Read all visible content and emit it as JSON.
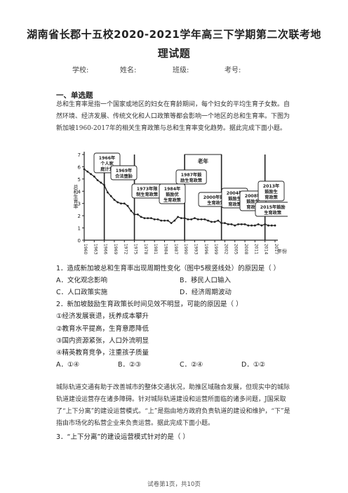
{
  "doc": {
    "title_line1": "湖南省长郡十五校2020-2021学年高三下学期第二次联考地",
    "title_line2": "理试题",
    "info": {
      "school": "学校:",
      "name": "姓名:",
      "class": "班级:",
      "number": "考号:"
    },
    "section1": "一、单选题",
    "passage1": "总和生育率是指一个国家或地区的妇女在育龄期间，每个妇女的平均生育子女数。自然环境、经济发展、传统文化和人口政策等都会影响一个地区的总和生育率。下图为新加坡1960-2017年的相关生育政策与总和生育率变化趋势。据此完成下面小题。",
    "q1": "1．造成新加坡总和生育率出现周期性变化（图中5根竖线处）的原因是（     ）",
    "q1_options": [
      "A．文化观念影响",
      "B．移民人口输入",
      "C．人口政策实施",
      "D．经济周期波动"
    ],
    "q2": "2．新加坡鼓励生育政策长时间见效不明显，可能的原因是（     ）",
    "q2_items": [
      "①经济发展衰退，抚养成本攀升",
      "②教育水平提高，生育意愿降低",
      "③国内资源紧张，人口外流明显",
      "④精英教育竞争，注重孩子质量"
    ],
    "q2_options": [
      "A．①④",
      "B．②③",
      "C．②④",
      "D．①②"
    ],
    "passage2": "城际轨道交通有助于改善城市的整体交通状况，助推区域融合发展，但现实中的城际轨道建设运营存在诸多障碍。针对城际轨道建设和运营所面临的诸多问题，J国采取了“上下分离”的建设运营模式。“上”是指由地方政府负责轨道的建设和维护，“下”是指由市场化的私营企业来负责运营。据此完成下面小题。",
    "q3": "3．“上下分离”的建设运营模式针对的是（     ）",
    "footer": "试卷第1页，共10页"
  },
  "chart_data": {
    "type": "line",
    "ylabel": "总和生育率",
    "xlabel": "年份",
    "ylim": [
      0,
      7
    ],
    "yticks": [
      0,
      1,
      2,
      3,
      4,
      5,
      6,
      7
    ],
    "xticks": [
      "1960",
      "1963",
      "1966",
      "1969",
      "1972",
      "1975",
      "1978",
      "1981",
      "1984",
      "1987",
      "1990",
      "1993",
      "1996",
      "1999",
      "2002",
      "2005",
      "2008",
      "2011",
      "2014",
      "2017"
    ],
    "x": [
      1960,
      1961,
      1962,
      1963,
      1964,
      1965,
      1966,
      1967,
      1968,
      1969,
      1970,
      1971,
      1972,
      1973,
      1974,
      1975,
      1976,
      1977,
      1978,
      1979,
      1980,
      1981,
      1982,
      1983,
      1984,
      1985,
      1986,
      1987,
      1988,
      1989,
      1990,
      1991,
      1992,
      1993,
      1994,
      1995,
      1996,
      1997,
      1998,
      1999,
      2000,
      2001,
      2002,
      2003,
      2004,
      2005,
      2006,
      2007,
      2008,
      2009,
      2010,
      2011,
      2012,
      2013,
      2014,
      2015,
      2016,
      2017
    ],
    "y": [
      5.8,
      5.6,
      5.4,
      5.2,
      4.9,
      4.7,
      4.5,
      3.9,
      3.6,
      3.3,
      3.1,
      3.0,
      3.0,
      2.8,
      2.4,
      2.1,
      2.1,
      1.9,
      1.8,
      1.8,
      1.8,
      1.7,
      1.7,
      1.6,
      1.6,
      1.6,
      1.4,
      1.6,
      1.9,
      1.8,
      1.8,
      1.7,
      1.7,
      1.8,
      1.7,
      1.7,
      1.7,
      1.6,
      1.5,
      1.5,
      1.6,
      1.4,
      1.4,
      1.3,
      1.3,
      1.2,
      1.3,
      1.3,
      1.3,
      1.2,
      1.2,
      1.2,
      1.3,
      1.2,
      1.3,
      1.2,
      1.2,
      1.2
    ],
    "vlines": [
      1966,
      1975,
      1990,
      2001,
      2014
    ],
    "bracket_label": "老年",
    "annotations": [
      {
        "text": [
          "1966年",
          "个人家",
          "庭计划"
        ],
        "year": 1966
      },
      {
        "text": [
          "1969年",
          "合法堕胎"
        ],
        "year": 1969
      },
      {
        "text": [
          "1973年限",
          "制生育政策"
        ],
        "year": 1973
      },
      {
        "text": [
          "1984年",
          "鼓励优",
          "生育政策"
        ],
        "year": 1984
      },
      {
        "text": [
          "1987年鼓",
          "励生育政策"
        ],
        "year": 1987
      },
      {
        "text": [
          "2000年鼓励",
          "生育政策"
        ],
        "year": 2000
      },
      {
        "text": [
          "2004年",
          "鼓励生",
          "育政策"
        ],
        "year": 2004
      },
      {
        "text": [
          "2008年",
          "鼓励生",
          "育政策"
        ],
        "year": 2008
      },
      {
        "text": [
          "2013年",
          "鼓励生",
          "育政策"
        ],
        "year": 2013
      },
      {
        "text": [
          "2015年鼓励",
          "生育政策"
        ],
        "year": 2015
      }
    ]
  }
}
